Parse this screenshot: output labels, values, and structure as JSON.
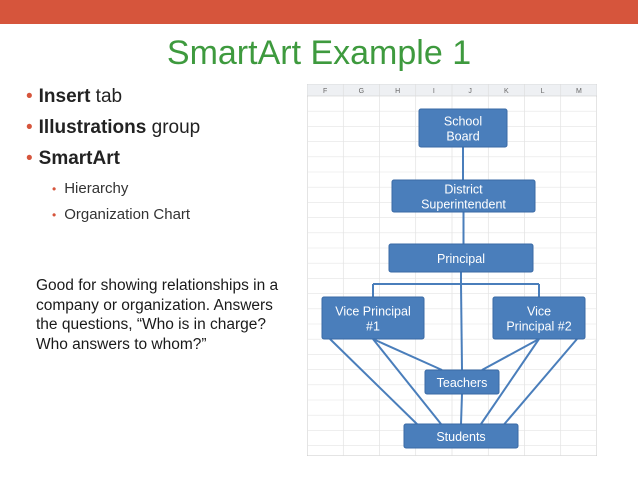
{
  "slide": {
    "title": "SmartArt Example 1",
    "bullets": [
      {
        "bold": "Insert",
        "rest": " tab"
      },
      {
        "bold": "Illustrations",
        "rest": " group"
      },
      {
        "bold": "SmartArt",
        "rest": ""
      }
    ],
    "sub_bullets": [
      "Hierarchy",
      "Organization Chart"
    ],
    "description": "Good for showing relationships in a company or organization. Answers the questions, “Who is in charge? Who answers to whom?”",
    "accent_color": "#d6553c",
    "title_color": "#3e9a3e"
  },
  "spreadsheet": {
    "columns": [
      "F",
      "G",
      "H",
      "I",
      "J",
      "K",
      "L",
      "M"
    ]
  },
  "org_chart": {
    "box_color": "#4a7ebb",
    "nodes": [
      {
        "id": "school-board",
        "lines": [
          "School",
          "Board"
        ]
      },
      {
        "id": "district-superintendent",
        "lines": [
          "District",
          "Superintendent"
        ]
      },
      {
        "id": "principal",
        "lines": [
          "Principal"
        ]
      },
      {
        "id": "vice-principal-1",
        "lines": [
          "Vice Principal",
          "#1"
        ]
      },
      {
        "id": "vice-principal-2",
        "lines": [
          "Vice",
          "Principal #2"
        ]
      },
      {
        "id": "teachers",
        "lines": [
          "Teachers"
        ]
      },
      {
        "id": "students",
        "lines": [
          "Students"
        ]
      }
    ]
  }
}
